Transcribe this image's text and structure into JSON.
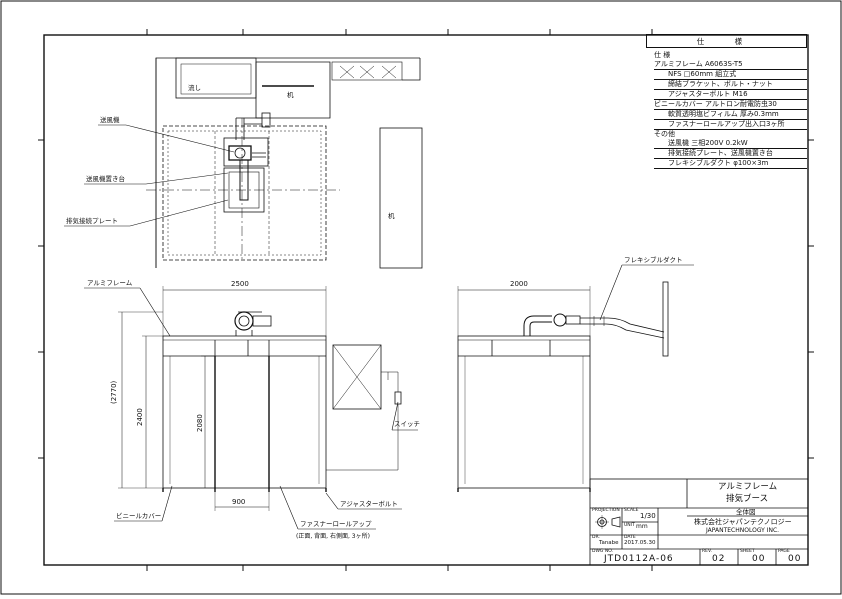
{
  "spec": {
    "header": "仕 様",
    "title": "仕 様",
    "lines": [
      "アルミフレーム  A6063S-T5",
      "NFS □60mm 組立式",
      "締結ブラケット、ボルト・ナット",
      "アジャスターボルト M16",
      "ビニールカバー  アルトロン耐電防虫30",
      "軟質透明塩ビフィルム  厚み0.3mm",
      "ファスナーロールアップ出入口3ヶ所",
      "その他",
      "送風機  三相200V  0.2kW",
      "排気接続プレート、送風機置き台",
      "フレキシブルダクト  φ100×3m"
    ]
  },
  "labels": {
    "blower": "送風機",
    "blower_stand": "送風機置き台",
    "exhaust_plate": "排気接続プレート",
    "desk_top": "机",
    "desk_right": "机",
    "sink": "流し",
    "aluminum_frame": "アルミフレーム",
    "flexible_duct": "フレキシブルダクト",
    "switch": "スイッチ",
    "adjuster_bolt": "アジャスターボルト",
    "vinyl_cover": "ビニールカバー",
    "fastener": "ファスナーロールアップ",
    "fastener_note": "(正面, 背面, 右側面, 3ヶ所)"
  },
  "dimensions": {
    "front_width": "2500",
    "total_height": "(2770)",
    "frame_height": "2400",
    "door_height": "2080",
    "door_width": "900",
    "side_width": "2000"
  },
  "title_block": {
    "product_line1": "アルミフレーム",
    "product_line2": "排気ブース",
    "drawing_type": "全体図",
    "company_jp": "株式会社ジャパンテクノロジー",
    "company_en": "JAPANTECHNOLOGY INC.",
    "projection_label": "PROJECTION",
    "scale_label": "SCALE",
    "scale_value": "1/30",
    "unit_label": "UNIT",
    "unit_value": "mm",
    "dr_label": "DR.",
    "dr_value": "Tanabe",
    "date_label": "DATE",
    "date_value": "2017.05.30",
    "dwg_label": "DWG NO.",
    "dwg_value": "JTD0112A-06",
    "rev_label": "REV.",
    "rev_value": "02",
    "sheet_label": "SHEET",
    "sheet_value": "00",
    "page_label": "PAGE",
    "page_value": "00"
  }
}
